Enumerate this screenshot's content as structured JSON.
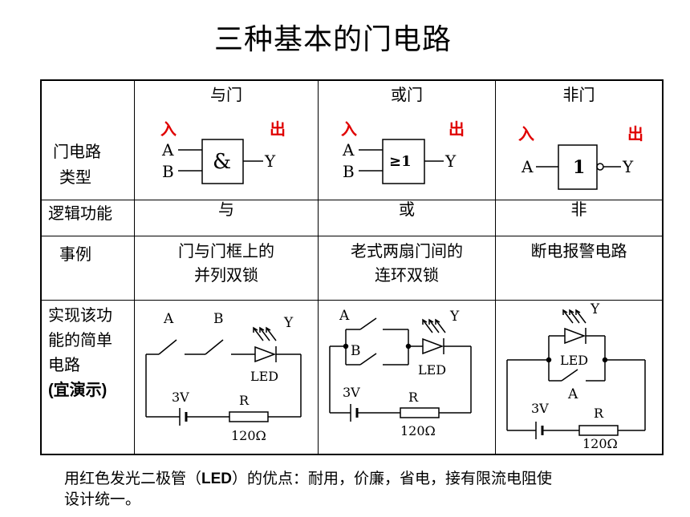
{
  "title": "三种基本的门电路",
  "table": {
    "row_headers": {
      "type_line1": "门电路",
      "type_line2": "类型",
      "logic": "逻辑功能",
      "example": "事例",
      "impl_line1": "实现该功",
      "impl_line2": "能的简单",
      "impl_line3": "电路",
      "impl_line4": "(宜演示)"
    },
    "gates": [
      {
        "name": "与门",
        "symbol": "&",
        "in_label": "入",
        "out_label": "出",
        "input_a": "A",
        "input_b": "B",
        "output": "Y",
        "logic": "与",
        "example_line1": "门与门框上的",
        "example_line2": "并列双锁",
        "circuit": {
          "switch_a": "A",
          "switch_b": "B",
          "led": "LED",
          "led_label": "Y",
          "battery": "3V",
          "resistor": "R",
          "resistance": "120Ω"
        }
      },
      {
        "name": "或门",
        "symbol": "≥1",
        "in_label": "入",
        "out_label": "出",
        "input_a": "A",
        "input_b": "B",
        "output": "Y",
        "logic": "或",
        "example_line1": "老式两扇门间的",
        "example_line2": "连环双锁",
        "circuit": {
          "switch_a": "A",
          "switch_b": "B",
          "led": "LED",
          "led_label": "Y",
          "battery": "3V",
          "resistor": "R",
          "resistance": "120Ω"
        }
      },
      {
        "name": "非门",
        "symbol": "1",
        "in_label": "入",
        "out_label": "出",
        "input_a": "A",
        "output": "Y",
        "logic": "非",
        "example_line1": "断电报警电路",
        "example_line2": "",
        "circuit": {
          "switch_a": "A",
          "led": "LED",
          "led_label": "Y",
          "battery": "3V",
          "resistor": "R",
          "resistance": "120Ω"
        }
      }
    ]
  },
  "footnote": {
    "prefix": "用红色发光二极管（",
    "bold": "LED",
    "suffix_line1": "）的优点：耐用，价廉，省电，接有限流电阻使",
    "line2": "设计统一。"
  },
  "colors": {
    "label_red": "#e00000",
    "line": "#000000"
  }
}
